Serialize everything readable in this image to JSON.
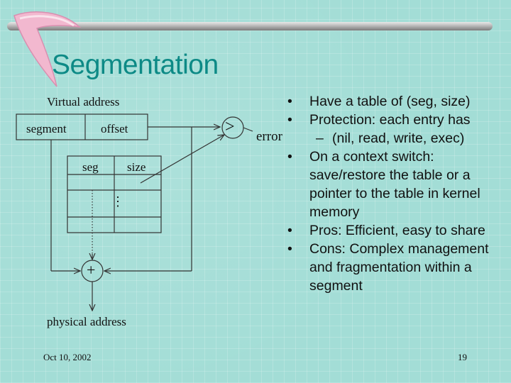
{
  "slide": {
    "title": "Segmentation",
    "footer_date": "Oct 10, 2002",
    "page_number": "19"
  },
  "diagram": {
    "virtual_address_label": "Virtual address",
    "segment_label": "segment",
    "offset_label": "offset",
    "seg_header": "seg",
    "size_header": "size",
    "ellipsis": "⋮",
    "compare_op": ">",
    "error_label": "error",
    "add_op": "+",
    "physical_address_label": "physical address"
  },
  "bullets": [
    {
      "level": 1,
      "marker": "•",
      "text": "Have a table of (seg, size)"
    },
    {
      "level": 1,
      "marker": "•",
      "text": "Protection: each entry has"
    },
    {
      "level": 2,
      "marker": "–",
      "text": "(nil, read, write, exec)"
    },
    {
      "level": 1,
      "marker": "•",
      "text": "On a context switch: save/restore the table or a pointer to the table in kernel memory"
    },
    {
      "level": 1,
      "marker": "•",
      "text": "Pros: Efficient, easy to share"
    },
    {
      "level": 1,
      "marker": "•",
      "text": "Cons: Complex management and fragmentation within a segment"
    }
  ],
  "colors": {
    "background": "#a3ddd6",
    "title": "#0d8a86",
    "logo": "#f2b8cf"
  },
  "icons": {
    "logo": "pink-boomerang-logo"
  }
}
